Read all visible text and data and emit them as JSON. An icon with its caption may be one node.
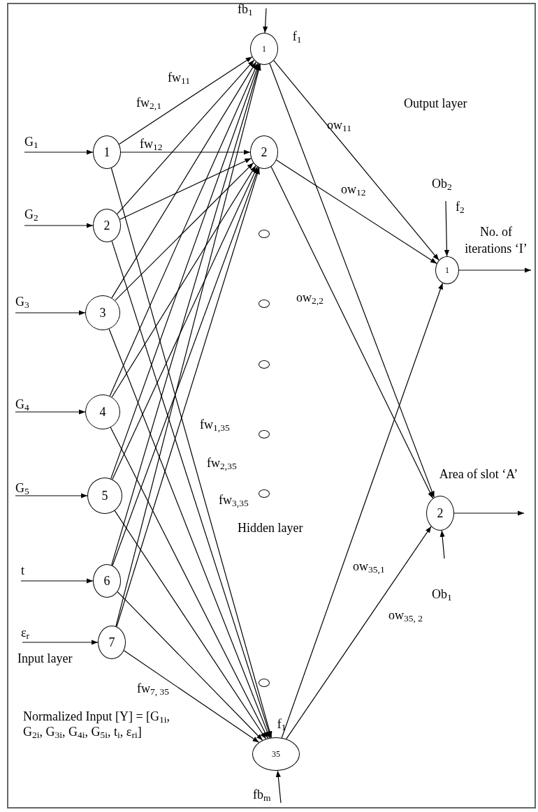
{
  "diagram": {
    "nodes": [
      {
        "text": [
          "1"
        ]
      },
      {
        "text": [
          "2"
        ]
      },
      {
        "text": [
          "3"
        ]
      },
      {
        "text": [
          "4"
        ]
      },
      {
        "text": [
          "5"
        ]
      },
      {
        "text": [
          "6"
        ]
      },
      {
        "text": [
          "7"
        ]
      },
      {
        "text": [
          "1"
        ],
        "beside": [
          "f$_{1}$"
        ]
      },
      {
        "text": [
          "2"
        ]
      },
      {
        "text": [],
        "shape": "circle"
      },
      {
        "text": [],
        "shape": "circle"
      },
      {
        "text": [],
        "shape": "circle"
      },
      {
        "text": [],
        "shape": "circle"
      },
      {
        "text": [],
        "shape": "circle"
      },
      {
        "text": [],
        "shape": "circle"
      },
      {
        "text": [
          "35"
        ],
        "beside": [
          "f$_{1}$"
        ]
      },
      {
        "text": [
          "1"
        ],
        "beside": [
          "No. of iterations ‘I’"
        ]
      },
      {
        "text": [
          "2"
        ],
        "beside": [
          "Area of slot ‘A’"
        ]
      }
    ],
    "edges": [
      {
        "from": null,
        "to": 0,
        "arrow": "to",
        "label": "G$_{1}$"
      },
      {
        "from": null,
        "to": 1,
        "arrow": "to",
        "label": "G$_{2}$"
      },
      {
        "from": null,
        "to": 2,
        "arrow": "to",
        "label": "G$_{3}$"
      },
      {
        "from": null,
        "to": 3,
        "arrow": "to",
        "label": "G$_{4}$"
      },
      {
        "from": null,
        "to": 4,
        "arrow": "to",
        "label": "G$_{5}$"
      },
      {
        "from": null,
        "to": 5,
        "arrow": "to",
        "label": "t"
      },
      {
        "from": null,
        "to": 6,
        "arrow": "to",
        "label": "ε$_{r}$"
      },
      {
        "from": 0,
        "to": 7,
        "arrow": "to"
      },
      {
        "from": 0,
        "to": 8,
        "arrow": "to"
      },
      {
        "from": 0,
        "to": 15,
        "arrow": "to"
      },
      {
        "from": 1,
        "to": 7,
        "arrow": "to"
      },
      {
        "from": 1,
        "to": 8,
        "arrow": "to"
      },
      {
        "from": 1,
        "to": 15,
        "arrow": "to"
      },
      {
        "from": 2,
        "to": 7,
        "arrow": "to"
      },
      {
        "from": 2,
        "to": 8,
        "arrow": "to"
      },
      {
        "from": 2,
        "to": 15,
        "arrow": "to"
      },
      {
        "from": 3,
        "to": 7,
        "arrow": "to"
      },
      {
        "from": 3,
        "to": 8,
        "arrow": "to"
      },
      {
        "from": 3,
        "to": 15,
        "arrow": "to"
      },
      {
        "from": 4,
        "to": 7,
        "arrow": "to"
      },
      {
        "from": 4,
        "to": 8,
        "arrow": "to"
      },
      {
        "from": 4,
        "to": 15,
        "arrow": "to"
      },
      {
        "from": 5,
        "to": 7,
        "arrow": "to"
      },
      {
        "from": 5,
        "to": 8,
        "arrow": "to"
      },
      {
        "from": 5,
        "to": 15,
        "arrow": "to"
      },
      {
        "from": 6,
        "to": 7,
        "arrow": "to"
      },
      {
        "from": 6,
        "to": 8,
        "arrow": "to"
      },
      {
        "from": 6,
        "to": 15,
        "arrow": "to"
      },
      {
        "from": null,
        "to": 7,
        "arrow": "to",
        "label": "fb$_{1}$"
      },
      {
        "from": null,
        "to": 15,
        "arrow": "to",
        "label": "fb$_{m}$"
      },
      {
        "from": 7,
        "to": 16,
        "arrow": "to"
      },
      {
        "from": 7,
        "to": 17,
        "arrow": "to"
      },
      {
        "from": 8,
        "to": 16,
        "arrow": "to"
      },
      {
        "from": 8,
        "to": 17,
        "arrow": "to"
      },
      {
        "from": 15,
        "to": 16,
        "arrow": "to"
      },
      {
        "from": 15,
        "to": 17,
        "arrow": "to"
      },
      {
        "from": null,
        "to": 16,
        "arrow": "to",
        "label": "Ob$_{2}$"
      },
      {
        "from": null,
        "to": 17,
        "arrow": "to",
        "label": "Ob$_{1}$"
      },
      {
        "from": 16,
        "to": null,
        "arrow": "to"
      },
      {
        "from": 17,
        "to": null,
        "arrow": "to"
      }
    ],
    "labels": [
      "fw$_{11}$",
      "fw$_{2,1}$",
      "fw$_{12}$",
      "Output layer",
      "ow$_{11}$",
      "ow$_{12}$",
      "f$_{2}$",
      "ow$_{2,2}$",
      "fw$_{1,35}$",
      "fw$_{2,35}$",
      "fw$_{3,35}$",
      "Hidden layer",
      "ow$_{35,1}$",
      "ow$_{35, 2}$",
      "Input layer",
      "fw$_{7, 35}$",
      "Normalized Input [Y] = [G$_{1i}$, G$_{2i}$, G$_{3i}$, G$_{4i}$, G$_{5i}$, t$_{i}$, ε$_{ri}$]"
    ]
  }
}
